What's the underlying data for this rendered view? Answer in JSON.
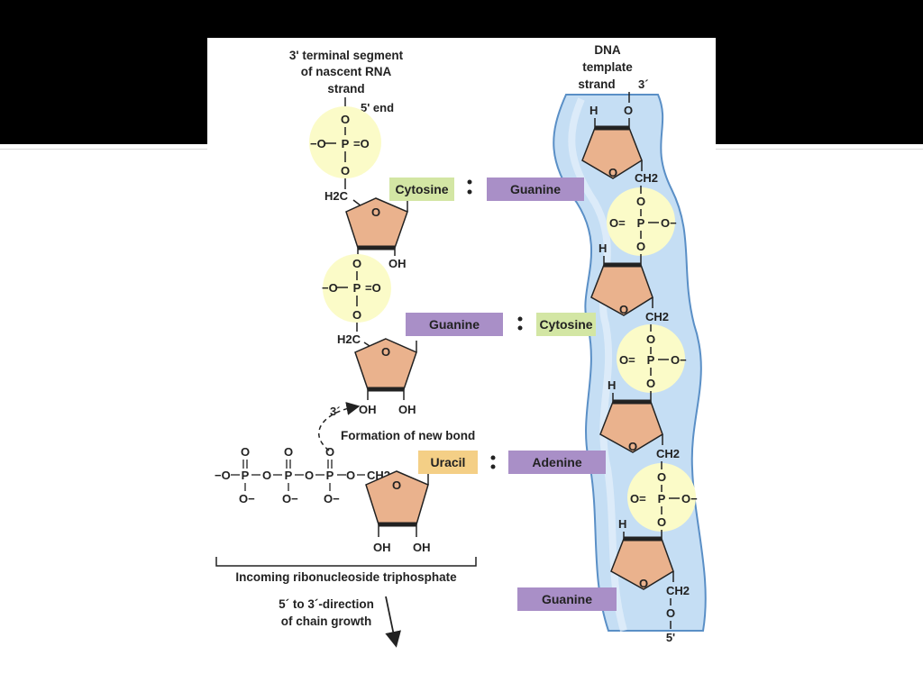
{
  "titles": {
    "rna_line1": "3' terminal segment",
    "rna_line2": "of nascent RNA",
    "rna_line3": "strand",
    "dna_line1": "DNA",
    "dna_line2": "template",
    "dna_line3": "strand",
    "dna_3prime": "3´"
  },
  "labels": {
    "five_end": "5' end",
    "three_prime": "3´",
    "new_bond": "Formation of new bond",
    "incoming": "Incoming ribonucleoside triphosphate",
    "direction1": "5´ to 3´-direction",
    "direction2": "of chain growth",
    "dna_5prime": "5'"
  },
  "atoms": {
    "O": "O",
    "P": "P",
    "H": "H",
    "OH": "OH",
    "O_minus": "−O",
    "O_minus_r": "O−",
    "O_dbl": "=O",
    "O_dbl_l": "O=",
    "H2C": "H2C",
    "CH2": "CH2",
    "O_minus_sup": "O−"
  },
  "base_pairs": [
    {
      "rna": "Cytosine",
      "dna": "Guanine"
    },
    {
      "rna": "Guanine",
      "dna": "Cytosine"
    },
    {
      "rna": "Uracil",
      "dna": "Adenine"
    }
  ],
  "extra_dna_base": "Guanine",
  "colors": {
    "cytosine": "#d3e6a4",
    "guanine": "#a98fc7",
    "uracil": "#f4cf86",
    "adenine": "#a98fc7",
    "sugar": "#eab28d",
    "phosphate": "#fbfbc8",
    "dna_backbone": "#c5def4",
    "dna_edge": "#5a8fc6"
  }
}
